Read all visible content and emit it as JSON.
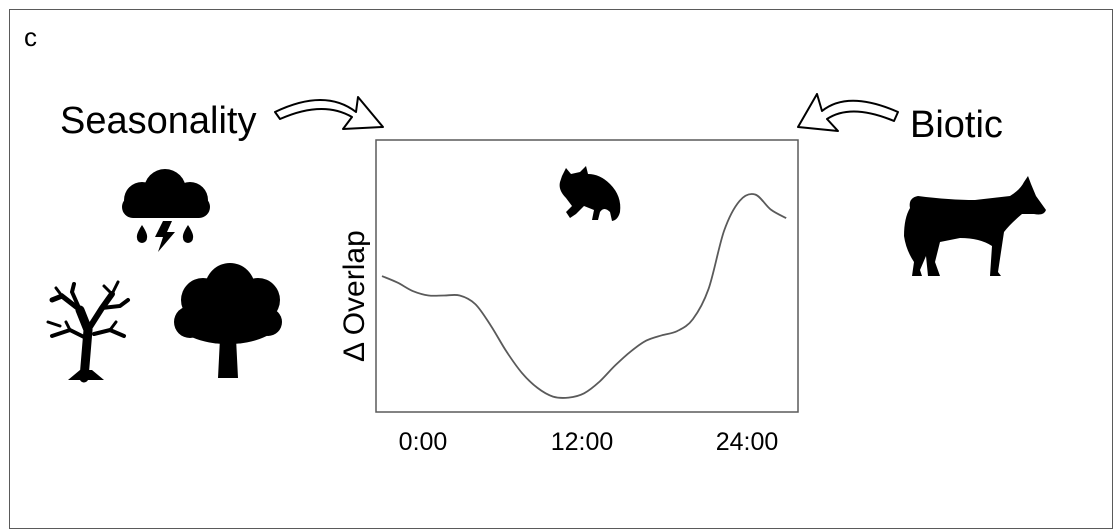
{
  "panel_label": "c",
  "left_label": "Seasonality",
  "right_label": "Biotic",
  "chart_data": {
    "type": "line",
    "title": "",
    "xlabel": "",
    "ylabel": "Δ Overlap",
    "x_tick_labels": [
      "0:00",
      "12:00",
      "24:00"
    ],
    "xlim": [
      0,
      26.5
    ],
    "ylim": [
      -1,
      1
    ],
    "grid": false,
    "series": [
      {
        "color": "#5a5a5a",
        "x": [
          0,
          1,
          2,
          3,
          4,
          5,
          6,
          7,
          8,
          9,
          10,
          11,
          12,
          13,
          14,
          15,
          16,
          17,
          18,
          19,
          20,
          21,
          22,
          23,
          24,
          25,
          26
        ],
        "y": [
          0.18,
          0.12,
          0.04,
          0.0,
          0.0,
          0.0,
          -0.08,
          -0.28,
          -0.52,
          -0.72,
          -0.86,
          -0.94,
          -0.95,
          -0.91,
          -0.8,
          -0.65,
          -0.52,
          -0.42,
          -0.37,
          -0.33,
          -0.22,
          0.06,
          0.6,
          0.88,
          0.94,
          0.8,
          0.72
        ]
      }
    ]
  },
  "icons": {
    "weather": "storm-cloud-icon",
    "dead_tree": "dead-tree-icon",
    "leafy_tree": "leafy-tree-icon",
    "raccoon": "raccoon-icon",
    "coyote": "coyote-icon",
    "arrow_left": "curved-arrow-right-icon",
    "arrow_right": "curved-arrow-left-icon"
  }
}
